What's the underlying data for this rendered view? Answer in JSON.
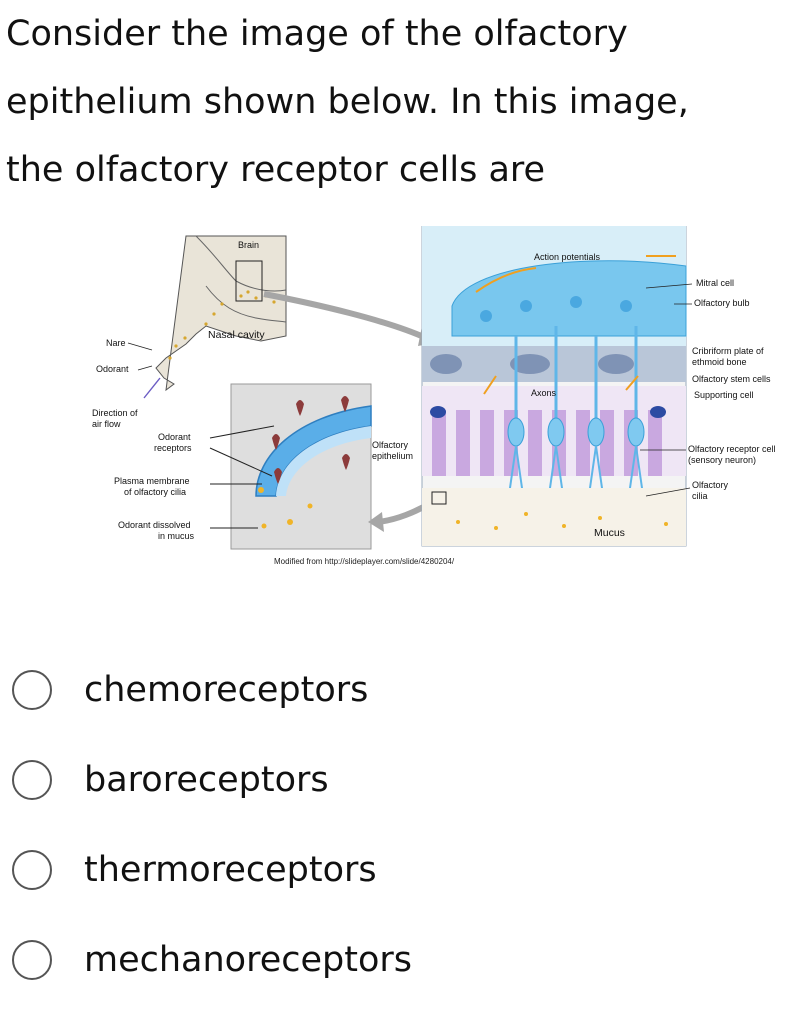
{
  "question": {
    "lines": [
      "Consider the image of the olfactory",
      "epithelium shown below. In this image,",
      "the olfactory receptor cells are"
    ]
  },
  "figure": {
    "labels": {
      "brain": "Brain",
      "nasal_cavity": "Nasal cavity",
      "nare": "Nare",
      "odorant": "Odorant",
      "direction_1": "Direction of",
      "direction_2": "air flow",
      "odorant_receptors_1": "Odorant",
      "odorant_receptors_2": "receptors",
      "plasma_1": "Plasma membrane",
      "plasma_2": "of olfactory cilia",
      "dissolved_1": "Odorant dissolved",
      "dissolved_2": "in mucus",
      "olfactory_epi_1": "Olfactory",
      "olfactory_epi_2": "epithelium",
      "action_potentials": "Action potentials",
      "mitral_cell": "Mitral cell",
      "olfactory_bulb": "Olfactory bulb",
      "cribriform_1": "Cribriform plate of",
      "cribriform_2": "ethmoid bone",
      "stem_cells": "Olfactory stem cells",
      "supporting_cell": "Supporting cell",
      "axons": "Axons",
      "receptor_cell_1": "Olfactory receptor cell",
      "receptor_cell_2": "(sensory neuron)",
      "cilia_1": "Olfactory",
      "cilia_2": "cilia",
      "mucus": "Mucus"
    },
    "credit": "Modified from http://slideplayer.com/slide/4280204/"
  },
  "options": [
    {
      "label": "chemoreceptors"
    },
    {
      "label": "baroreceptors"
    },
    {
      "label": "thermoreceptors"
    },
    {
      "label": "mechanoreceptors"
    }
  ]
}
